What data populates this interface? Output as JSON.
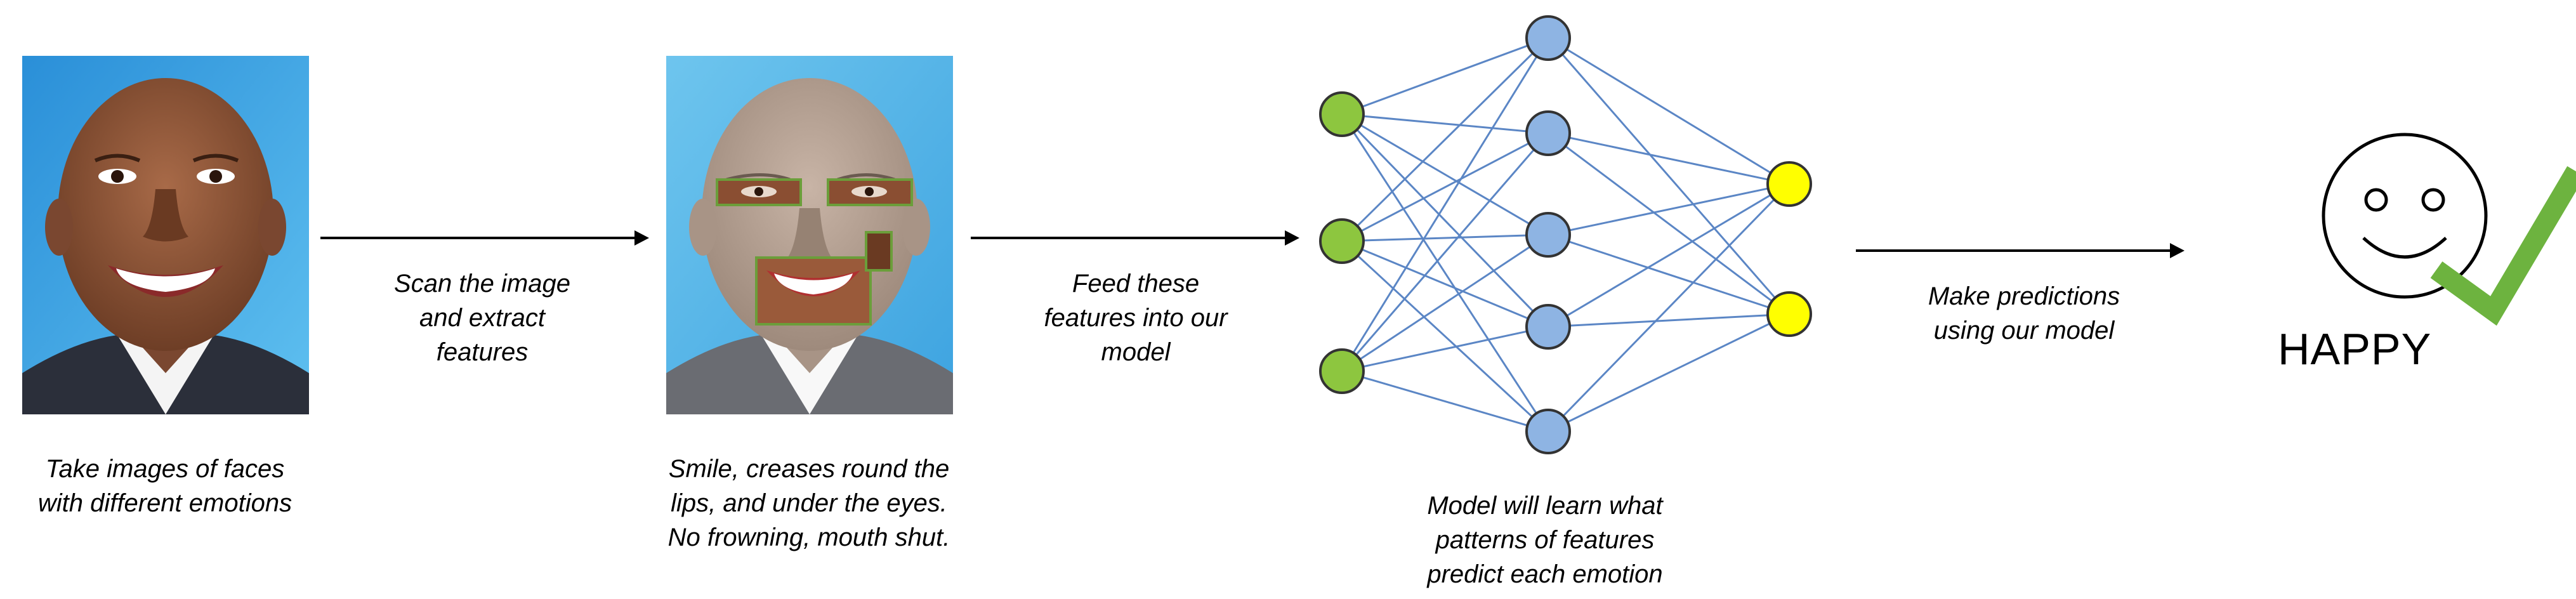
{
  "steps": {
    "step1": {
      "caption": "Take images of faces\nwith different emotions"
    },
    "arrow1": {
      "label": "Scan the image\nand extract\nfeatures"
    },
    "step2": {
      "caption": "Smile, creases round the\nlips, and under the eyes.\nNo frowning, mouth shut."
    },
    "arrow2": {
      "label": "Feed these\nfeatures into our\nmodel"
    },
    "step3": {
      "caption": "Model will learn what\npatterns of features\npredict each emotion"
    },
    "arrow3": {
      "label": "Make predictions\nusing our model"
    },
    "result": {
      "label": "HAPPY"
    }
  },
  "network": {
    "input_nodes": 3,
    "hidden_nodes": 5,
    "output_nodes": 2
  },
  "colors": {
    "input_node": "#8DC63F",
    "hidden_node": "#8EB4E3",
    "output_node": "#FFFF00",
    "edge": "#5B86C5",
    "checkmark": "#6DB33F",
    "feature_box": "#6B9E3A",
    "photo_bg": "#3FA0E0"
  },
  "icons": {
    "face": "smiley-face-icon",
    "check": "checkmark-icon"
  }
}
